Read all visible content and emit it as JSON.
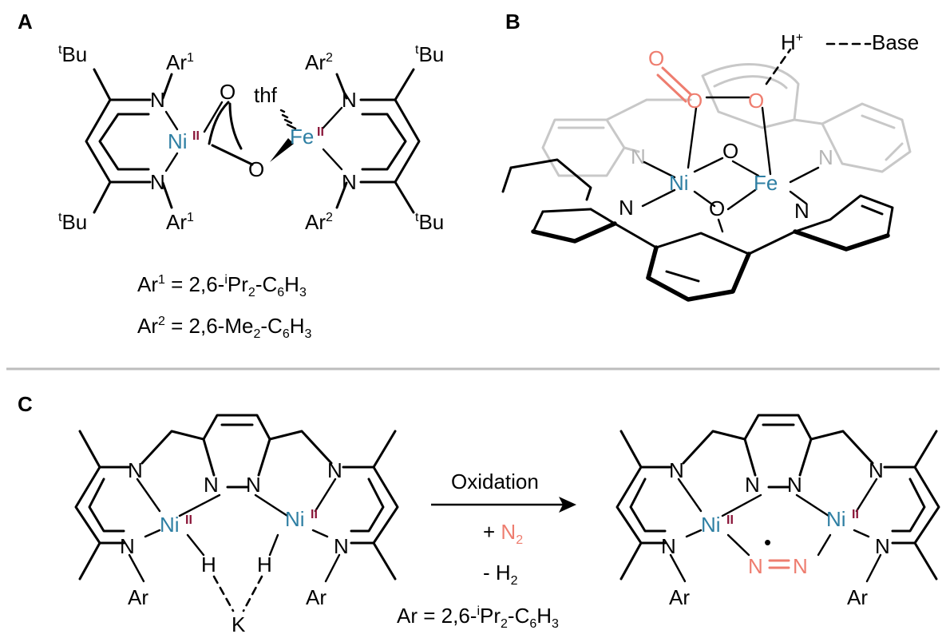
{
  "panels": {
    "a": "A",
    "b": "B",
    "c": "C"
  },
  "panel_a": {
    "metal1": "Ni",
    "metal1_ox": "II",
    "metal2": "Fe",
    "metal2_ox": "II",
    "nitrogen": "N",
    "oxygen": "O",
    "thf": "thf",
    "tbu_sup": "t",
    "tbu": "Bu",
    "ar": "Ar",
    "ar1_sup": "1",
    "ar2_sup": "2",
    "legend_ar1_lhs": "Ar",
    "legend_ar1_sup": "1",
    "legend_ar1_mid": " = 2,6-",
    "legend_ar1_isup": "i",
    "legend_ar1_pr": "Pr",
    "legend_ar1_sub2": "2",
    "legend_ar1_c": "-C",
    "legend_ar1_sub6": "6",
    "legend_ar1_h": "H",
    "legend_ar1_sub3": "3",
    "legend_ar2_lhs": "Ar",
    "legend_ar2_sup": "2",
    "legend_ar2_mid": " = 2,6-Me",
    "legend_ar2_sub2": "2",
    "legend_ar2_c": "-C",
    "legend_ar2_sub6": "6",
    "legend_ar2_h": "H",
    "legend_ar2_sub3": "3"
  },
  "panel_b": {
    "metal1": "Ni",
    "metal2": "Fe",
    "nitrogen": "N",
    "oxygen": "O",
    "h_plus": "H",
    "plus": "+",
    "base": "Base"
  },
  "panel_c": {
    "metal": "Ni",
    "ox": "II",
    "nitrogen": "N",
    "hydrogen": "H",
    "potassium": "K",
    "ar": "Ar",
    "arrow_top": "Oxidation",
    "arrow_mid_plus": "+ ",
    "arrow_mid_n": "N",
    "arrow_mid_sub": "2",
    "arrow_bot": "- H",
    "arrow_bot_sub": "2",
    "legend_lhs": "Ar = 2,6-",
    "legend_isup": "i",
    "legend_pr": "Pr",
    "legend_sub2": "2",
    "legend_c": "-C",
    "legend_sub6": "6",
    "legend_h": "H",
    "legend_sub3": "3",
    "radical_dot": "•"
  },
  "colors": {
    "metal": "#2e7fa3",
    "oxidation_state": "#8a1538",
    "highlight": "#ee7d6f",
    "background_ligand": "#c8c8c8",
    "divider": "#bdbdbd"
  }
}
